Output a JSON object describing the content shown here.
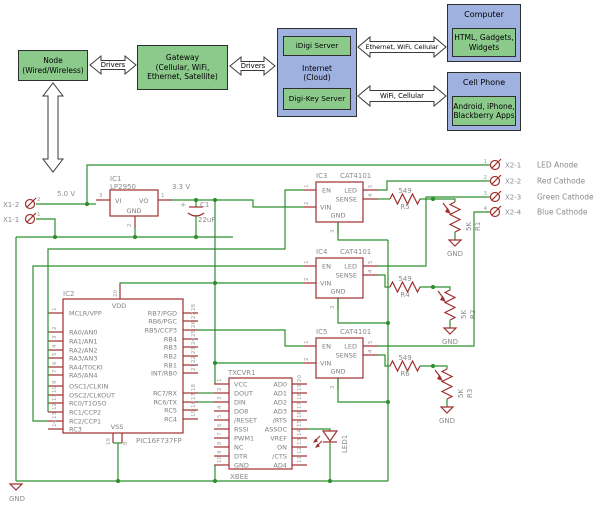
{
  "diagram": {
    "node": {
      "label": "Node\n(Wired/Wireless)"
    },
    "drivers1": "Drivers",
    "gateway": {
      "label": "Gateway\n(Cellular, WiFi,\nEthernet, Satellite)"
    },
    "drivers2": "Drivers",
    "internet": {
      "title": "Internet\n(Cloud)",
      "top_server": "iDigi Server",
      "bottom_server": "Digi-Key Server"
    },
    "link_computer": "Ethernet, WiFi, Cellular",
    "computer": {
      "title": "Computer",
      "apps": "HTML, Gadgets,\nWidgets"
    },
    "link_phone": "WiFi, Cellular",
    "cellphone": {
      "title": "Cell Phone",
      "apps": "Android, iPhone,\nBlackberry Apps"
    },
    "colors": {
      "green_box": "#8cca8c",
      "blue_box": "#9fb1de"
    }
  },
  "schematic": {
    "colors": {
      "wire": "#2f8f2f",
      "component": "#a03030",
      "label": "#8c8c8c"
    },
    "power": {
      "v5": "5.0 V",
      "v33": "3.3 V"
    },
    "gnd_label": "GND",
    "x1": {
      "pins": [
        {
          "name": "X1-2",
          "number": "2"
        },
        {
          "name": "X1-1",
          "number": "1"
        }
      ]
    },
    "ic1": {
      "ref": "IC1",
      "value": "LP2950",
      "pin_vi": "VI",
      "pin_vo": "VO",
      "pin_gnd": "GND",
      "num_vi": "3",
      "num_vo": "1",
      "num_gnd": "2"
    },
    "c1": {
      "ref": "C1",
      "value": "22uF",
      "plus": "+"
    },
    "ic2": {
      "ref": "IC2",
      "value": "PIC16F737FP",
      "vdd": "VDD",
      "vss": "VSS",
      "vdd_num": "20",
      "vss_nums": [
        "19",
        "8"
      ],
      "left_pins": [
        {
          "num": "1",
          "name": "MCLR/VPP"
        },
        {
          "num": "2",
          "name": "RA0/AN0"
        },
        {
          "num": "3",
          "name": "RA1/AN1"
        },
        {
          "num": "4",
          "name": "RA2/AN2"
        },
        {
          "num": "5",
          "name": "RA3/AN3"
        },
        {
          "num": "6",
          "name": "RA4/T0CKI"
        },
        {
          "num": "7",
          "name": "RA5/AN4"
        },
        {
          "num": "9",
          "name": "OSC1/CLKIN"
        },
        {
          "num": "10",
          "name": "OSC2/CLKOUT"
        },
        {
          "num": "11",
          "name": "RC0/T1OSO"
        },
        {
          "num": "12",
          "name": "RC1/CCP2"
        },
        {
          "num": "13",
          "name": "RC2/CCP1"
        },
        {
          "num": "14",
          "name": "RC3"
        }
      ],
      "right_pins": [
        {
          "num": "28",
          "name": "RB7/PGD"
        },
        {
          "num": "27",
          "name": "RB6/PGC"
        },
        {
          "num": "26",
          "name": "RB5/CCP3"
        },
        {
          "num": "25",
          "name": "RB4"
        },
        {
          "num": "24",
          "name": "RB3"
        },
        {
          "num": "23",
          "name": "RB2"
        },
        {
          "num": "22",
          "name": "RB1"
        },
        {
          "num": "21",
          "name": "INT/RB0"
        },
        {
          "num": "18",
          "name": "RC7/RX"
        },
        {
          "num": "17",
          "name": "RC6/TX"
        },
        {
          "num": "16",
          "name": "RC5"
        },
        {
          "num": "15",
          "name": "RC4"
        }
      ]
    },
    "xbee": {
      "ref": "TXCVR1",
      "value": "XBEE",
      "left_pins": [
        {
          "num": "1",
          "name": "VCC"
        },
        {
          "num": "2",
          "name": "DOUT"
        },
        {
          "num": "3",
          "name": "DIN"
        },
        {
          "num": "4",
          "name": "DO8"
        },
        {
          "num": "5",
          "name": "/RESET"
        },
        {
          "num": "6",
          "name": "RSSI"
        },
        {
          "num": "7",
          "name": "PWM1"
        },
        {
          "num": "8",
          "name": "NC"
        },
        {
          "num": "9",
          "name": "DTR"
        },
        {
          "num": "10",
          "name": "GND"
        }
      ],
      "right_pins": [
        {
          "num": "20",
          "name": "AD0"
        },
        {
          "num": "19",
          "name": "AD1"
        },
        {
          "num": "18",
          "name": "AD2"
        },
        {
          "num": "17",
          "name": "AD3"
        },
        {
          "num": "16",
          "name": "/RTS"
        },
        {
          "num": "15",
          "name": "ASSOC"
        },
        {
          "num": "14",
          "name": "VREF"
        },
        {
          "num": "13",
          "name": "ON"
        },
        {
          "num": "12",
          "name": "/CTS"
        },
        {
          "num": "11",
          "name": "AD4"
        }
      ]
    },
    "led_drivers": {
      "pin_names": {
        "en": "EN",
        "led": "LED",
        "sense": "SENSE",
        "vin": "VIN",
        "gnd": "GND"
      },
      "pin_nums": {
        "en": "1",
        "vin": "2",
        "gnd": "3",
        "sense": "4",
        "led": "5"
      },
      "instances": [
        {
          "ref": "IC3",
          "value": "CAT4101",
          "res_value": "549",
          "res_ref": "R5",
          "pot_value": "5K",
          "pot_ref": "R1"
        },
        {
          "ref": "IC4",
          "value": "CAT4101",
          "res_value": "549",
          "res_ref": "R4",
          "pot_value": "5K",
          "pot_ref": "R2"
        },
        {
          "ref": "IC5",
          "value": "CAT4101",
          "res_value": "549",
          "res_ref": "R6",
          "pot_value": "5K",
          "pot_ref": "R3"
        }
      ]
    },
    "x2": {
      "pins": [
        {
          "num": "1",
          "name": "X2-1",
          "desc": "LED Anode"
        },
        {
          "num": "2",
          "name": "X2-2",
          "desc": "Red Cathode"
        },
        {
          "num": "3",
          "name": "X2-3",
          "desc": "Green Cathode"
        },
        {
          "num": "4",
          "name": "X2-4",
          "desc": "Blue Cathode"
        }
      ]
    },
    "led1": {
      "ref": "LED1"
    }
  }
}
